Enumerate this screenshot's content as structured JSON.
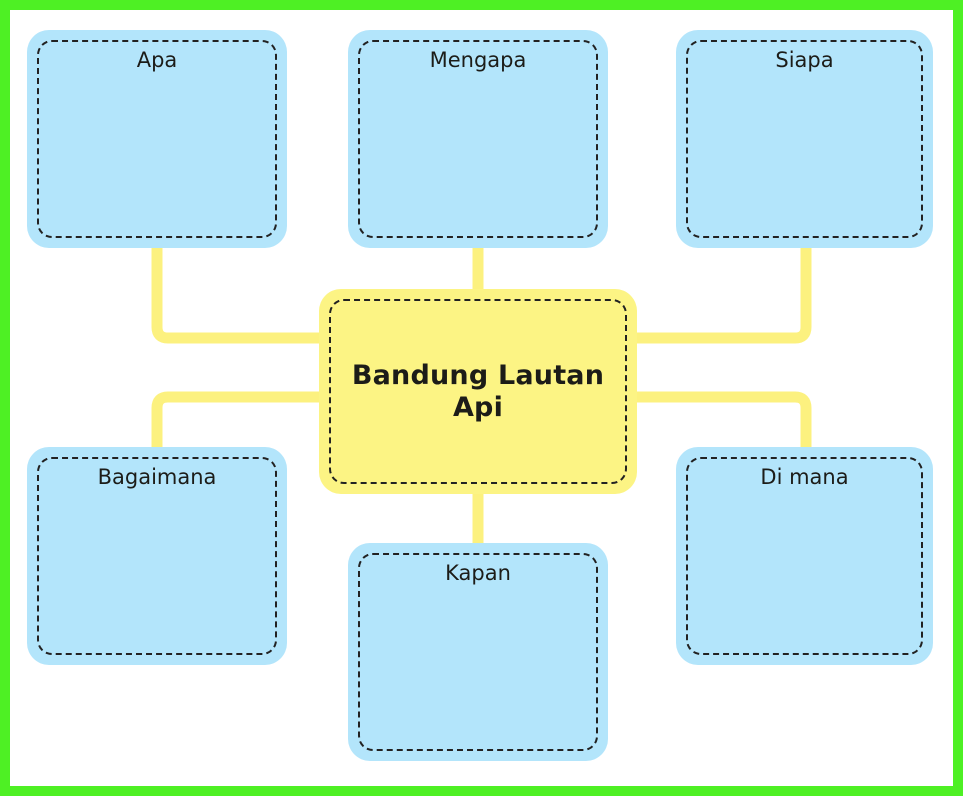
{
  "diagram": {
    "type": "mind-map",
    "title": "Bandung Lautan Api",
    "frame_color": "#4ef024",
    "background_color": "#ffffff",
    "connector_color": "#fcf17f",
    "central_fill": "#fcf484",
    "branch_fill": "#b3e5fb",
    "dash_border_color": "#222222",
    "text_color": "#1c1c18"
  },
  "central": {
    "label": "Bandung Lautan\nApi",
    "name": "central-node"
  },
  "branches": [
    {
      "id": "apa",
      "label": "Apa",
      "position": "top-left"
    },
    {
      "id": "mengapa",
      "label": "Mengapa",
      "position": "top-center"
    },
    {
      "id": "siapa",
      "label": "Siapa",
      "position": "top-right"
    },
    {
      "id": "bagaimana",
      "label": "Bagaimana",
      "position": "left-bottom"
    },
    {
      "id": "di-mana",
      "label": "Di mana",
      "position": "right-bottom"
    },
    {
      "id": "kapan",
      "label": "Kapan",
      "position": "bottom-center"
    }
  ],
  "connectors": [
    {
      "from": "central",
      "to": "apa"
    },
    {
      "from": "central",
      "to": "mengapa"
    },
    {
      "from": "central",
      "to": "siapa"
    },
    {
      "from": "central",
      "to": "bagaimana"
    },
    {
      "from": "central",
      "to": "di-mana"
    },
    {
      "from": "central",
      "to": "kapan"
    }
  ]
}
